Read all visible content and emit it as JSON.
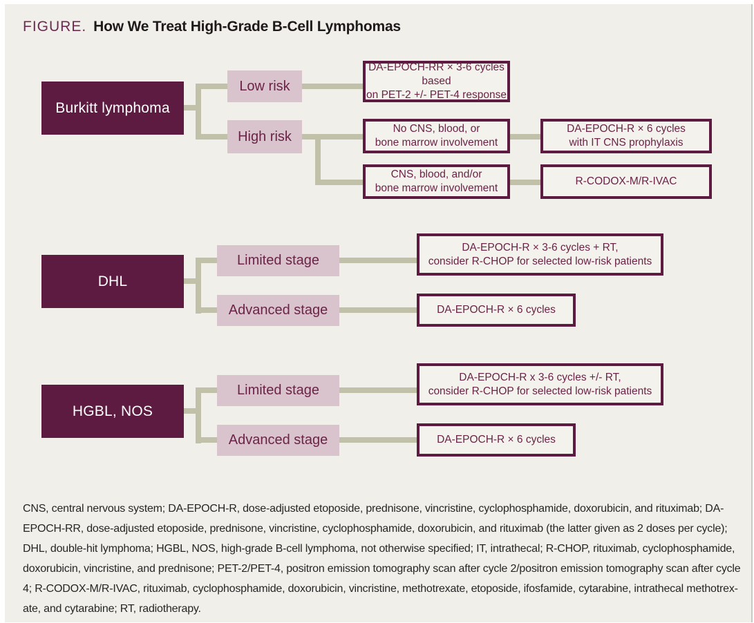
{
  "palette": {
    "background": "#f0efe9",
    "maroon_dark": "#5e1b42",
    "maroon_text": "#6b2347",
    "pink_branch": "#d9c3cc",
    "connector": "#c1c0a8",
    "treatment_box_bg": "#f3f2ec",
    "title_accent": "#6d2a52",
    "title_text": "#1e1a1b"
  },
  "title": {
    "label": "FIGURE.",
    "text": "How We Treat High-Grade B-Cell Lymphomas"
  },
  "burkitt": {
    "root": "Burkitt lymphoma",
    "low_risk": "Low risk",
    "high_risk": "High risk",
    "low_risk_tx": "DA-EPOCH-RR × 3-6 cycles based\non PET-2 +/- PET-4 response",
    "no_involvement": "No CNS, blood, or\nbone marrow involvement",
    "no_involvement_tx": "DA-EPOCH-R × 6 cycles\nwith IT CNS prophylaxis",
    "involvement": "CNS, blood, and/or\nbone marrow involvement",
    "involvement_tx": "R-CODOX-M/R-IVAC"
  },
  "dhl": {
    "root": "DHL",
    "limited": "Limited stage",
    "advanced": "Advanced stage",
    "limited_tx": "DA-EPOCH-R × 3-6 cycles + RT,\nconsider R-CHOP for selected low-risk patients",
    "advanced_tx": "DA-EPOCH-R × 6 cycles"
  },
  "hgbl": {
    "root": "HGBL, NOS",
    "limited": "Limited stage",
    "advanced": "Advanced stage",
    "limited_tx": "DA-EPOCH-R x 3-6 cycles +/- RT,\nconsider R-CHOP for selected low-risk patients",
    "advanced_tx": "DA-EPOCH-R × 6 cycles"
  },
  "footnote": {
    "lines": [
      "CNS, central nervous system; DA-EPOCH-R, dose-adjusted etoposide, prednisone, vincristine, cyclophosphamide, doxorubicin, and rituximab; DA-",
      "EPOCH-RR, dose-adjusted etoposide, prednisone, vincristine, cyclophosphamide, doxorubicin, and rituximab (the latter given as 2 doses per cycle);",
      "DHL, double-hit lymphoma; HGBL, NOS, high-grade B-cell lymphoma, not otherwise specified; IT, intrathecal; R-CHOP, rituximab, cyclophosphamide,",
      "doxorubicin, vincristine, and prednisone; PET-2/PET-4, positron emission tomography scan after cycle 2/positron emission tomography scan after cycle",
      "4; R-CODOX-M/R-IVAC, rituximab, cyclophosphamide, doxorubicin, vincristine, methotrexate, etoposide, ifosfamide, cytarabine, intrathecal methotrex-",
      "ate, and cytarabine; RT, radiotherapy."
    ]
  }
}
